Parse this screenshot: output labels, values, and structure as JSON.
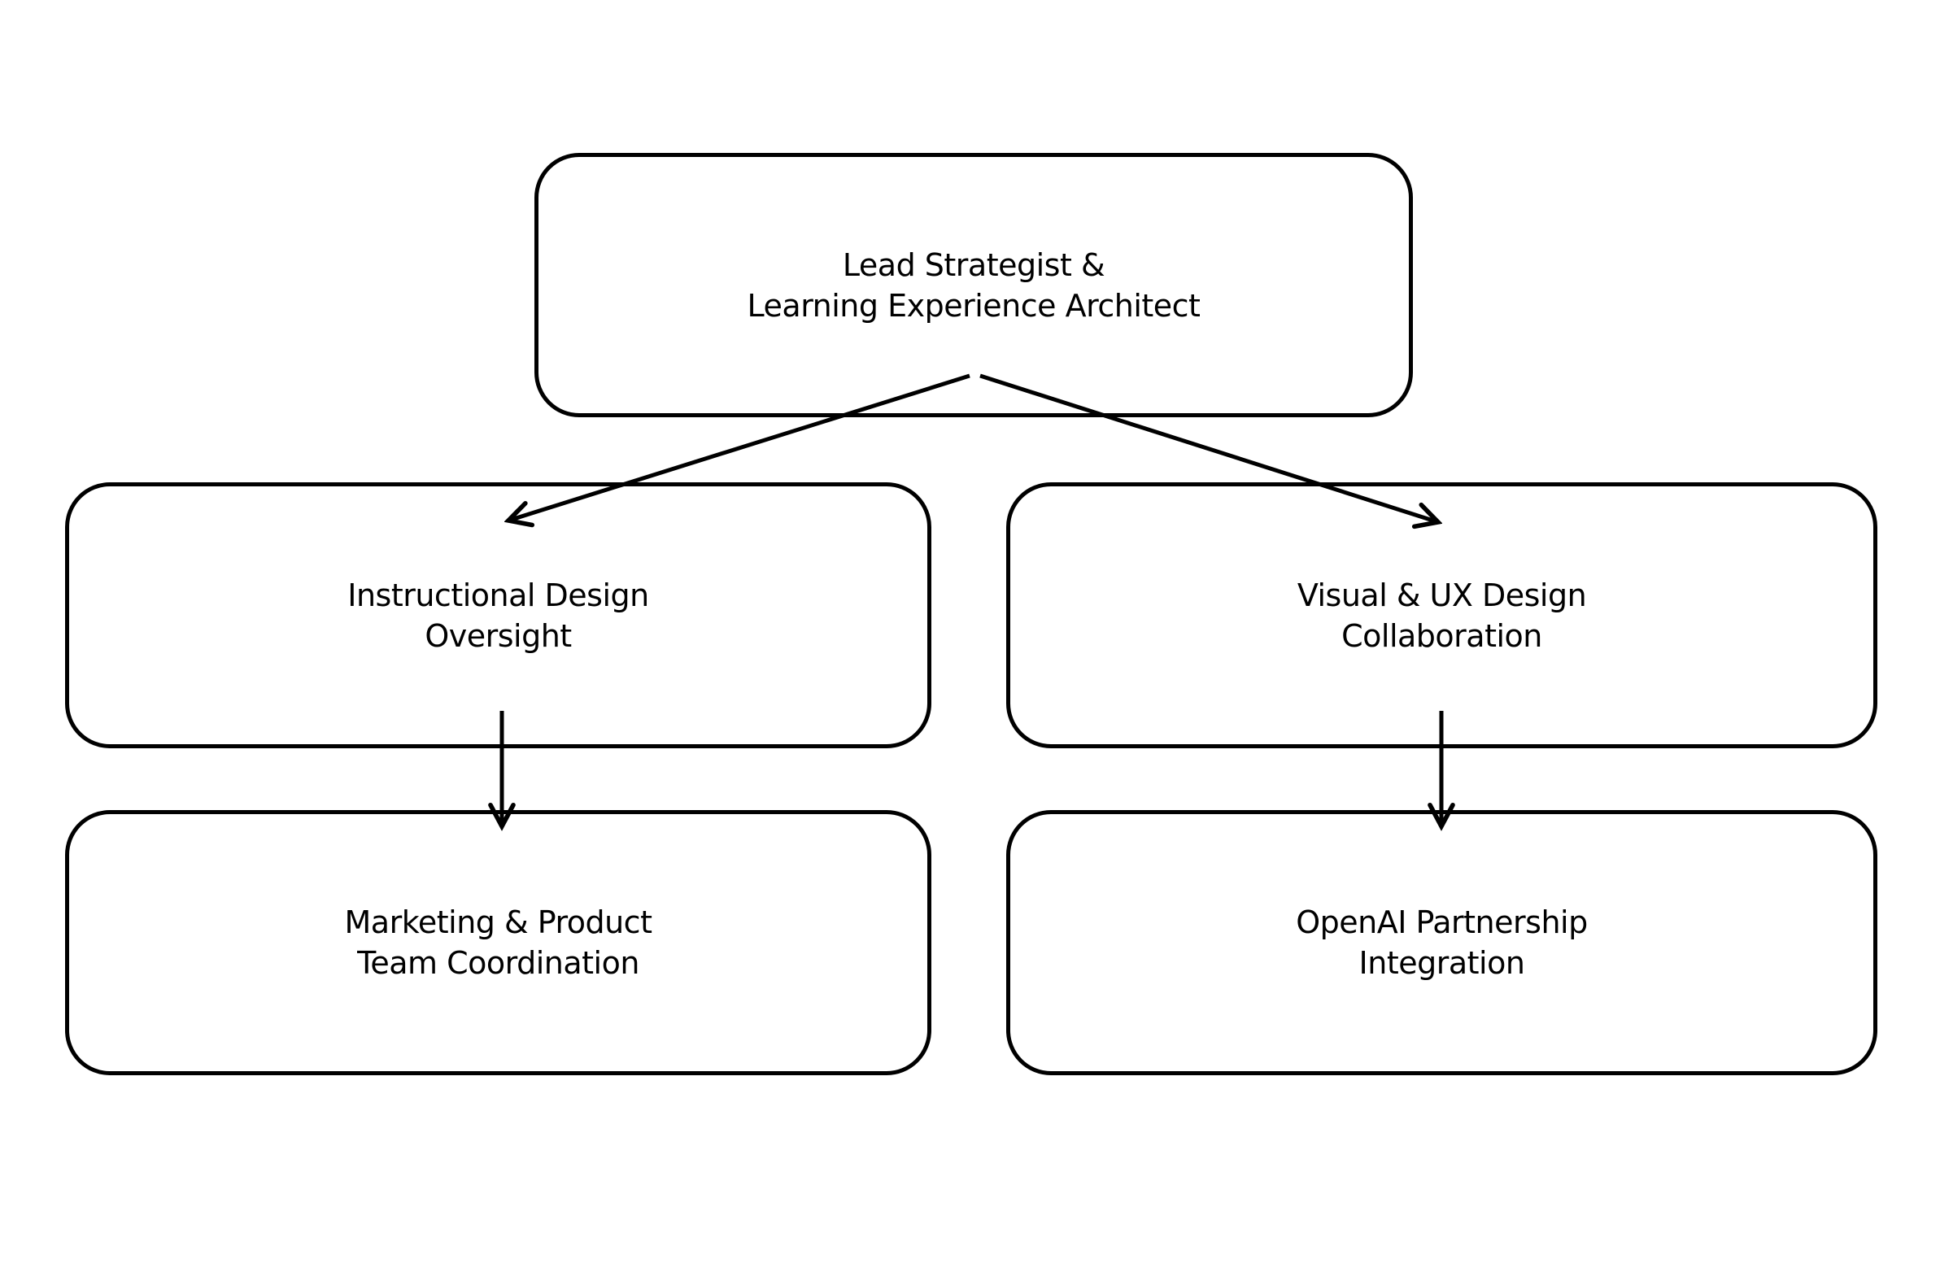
{
  "diagram": {
    "type": "org-chart",
    "background_color": "#ffffff",
    "stroke_color": "#000000",
    "text_color": "#000000"
  },
  "nodes": {
    "root": {
      "id": "lead-strategist",
      "line1": "Lead Strategist &",
      "line2": "Learning Experience Architect"
    },
    "instr": {
      "id": "instructional-design",
      "line1": "Instructional Design",
      "line2": "Oversight"
    },
    "visual": {
      "id": "visual-ux-design",
      "line1": "Visual & UX Design",
      "line2": "Collaboration"
    },
    "marketing": {
      "id": "marketing-product",
      "line1": "Marketing & Product",
      "line2": "Team Coordination"
    },
    "openai": {
      "id": "openai-partnership",
      "line1": "OpenAI Partnership",
      "line2": "Integration"
    }
  },
  "edges": [
    {
      "from": "lead-strategist",
      "to": "instructional-design",
      "style": "arrow"
    },
    {
      "from": "lead-strategist",
      "to": "visual-ux-design",
      "style": "arrow"
    },
    {
      "from": "instructional-design",
      "to": "marketing-product",
      "style": "arrow"
    },
    {
      "from": "visual-ux-design",
      "to": "openai-partnership",
      "style": "arrow"
    }
  ]
}
